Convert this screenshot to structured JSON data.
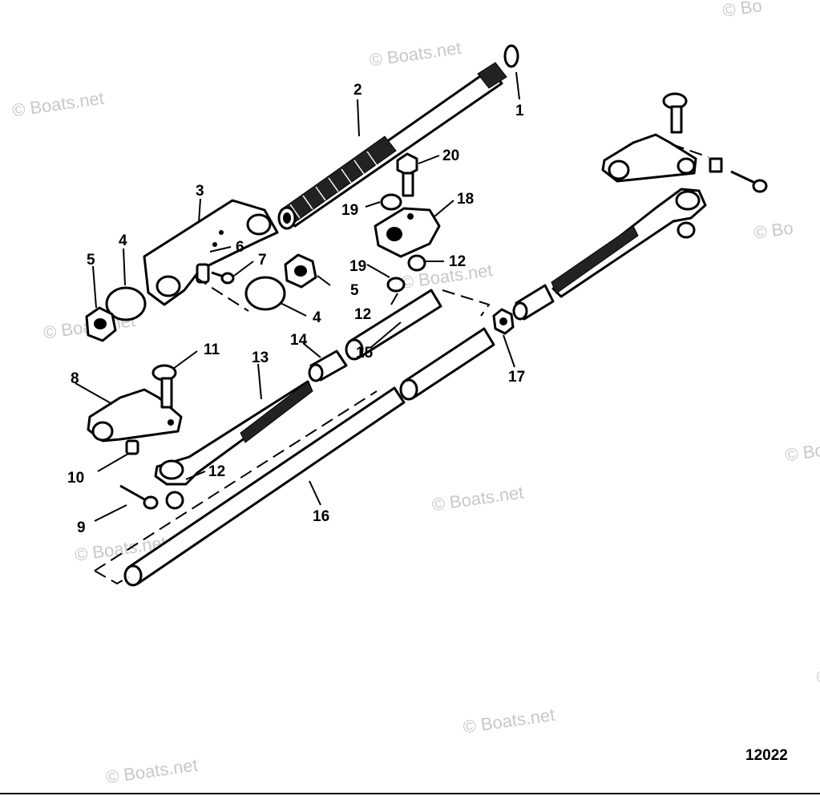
{
  "watermark": "© Boats.net",
  "watermark_partial": "© Bo",
  "diagram_code": "12022",
  "callouts": {
    "c1": "1",
    "c2": "2",
    "c3": "3",
    "c4a": "4",
    "c4b": "4",
    "c5a": "5",
    "c5b": "5",
    "c6": "6",
    "c7": "7",
    "c8": "8",
    "c9": "9",
    "c10": "10",
    "c11": "11",
    "c12a": "12",
    "c12b": "12",
    "c12c": "12",
    "c13": "13",
    "c14": "14",
    "c15": "15",
    "c16": "16",
    "c17": "17",
    "c18": "18",
    "c19a": "19",
    "c19b": "19",
    "c20": "20"
  }
}
